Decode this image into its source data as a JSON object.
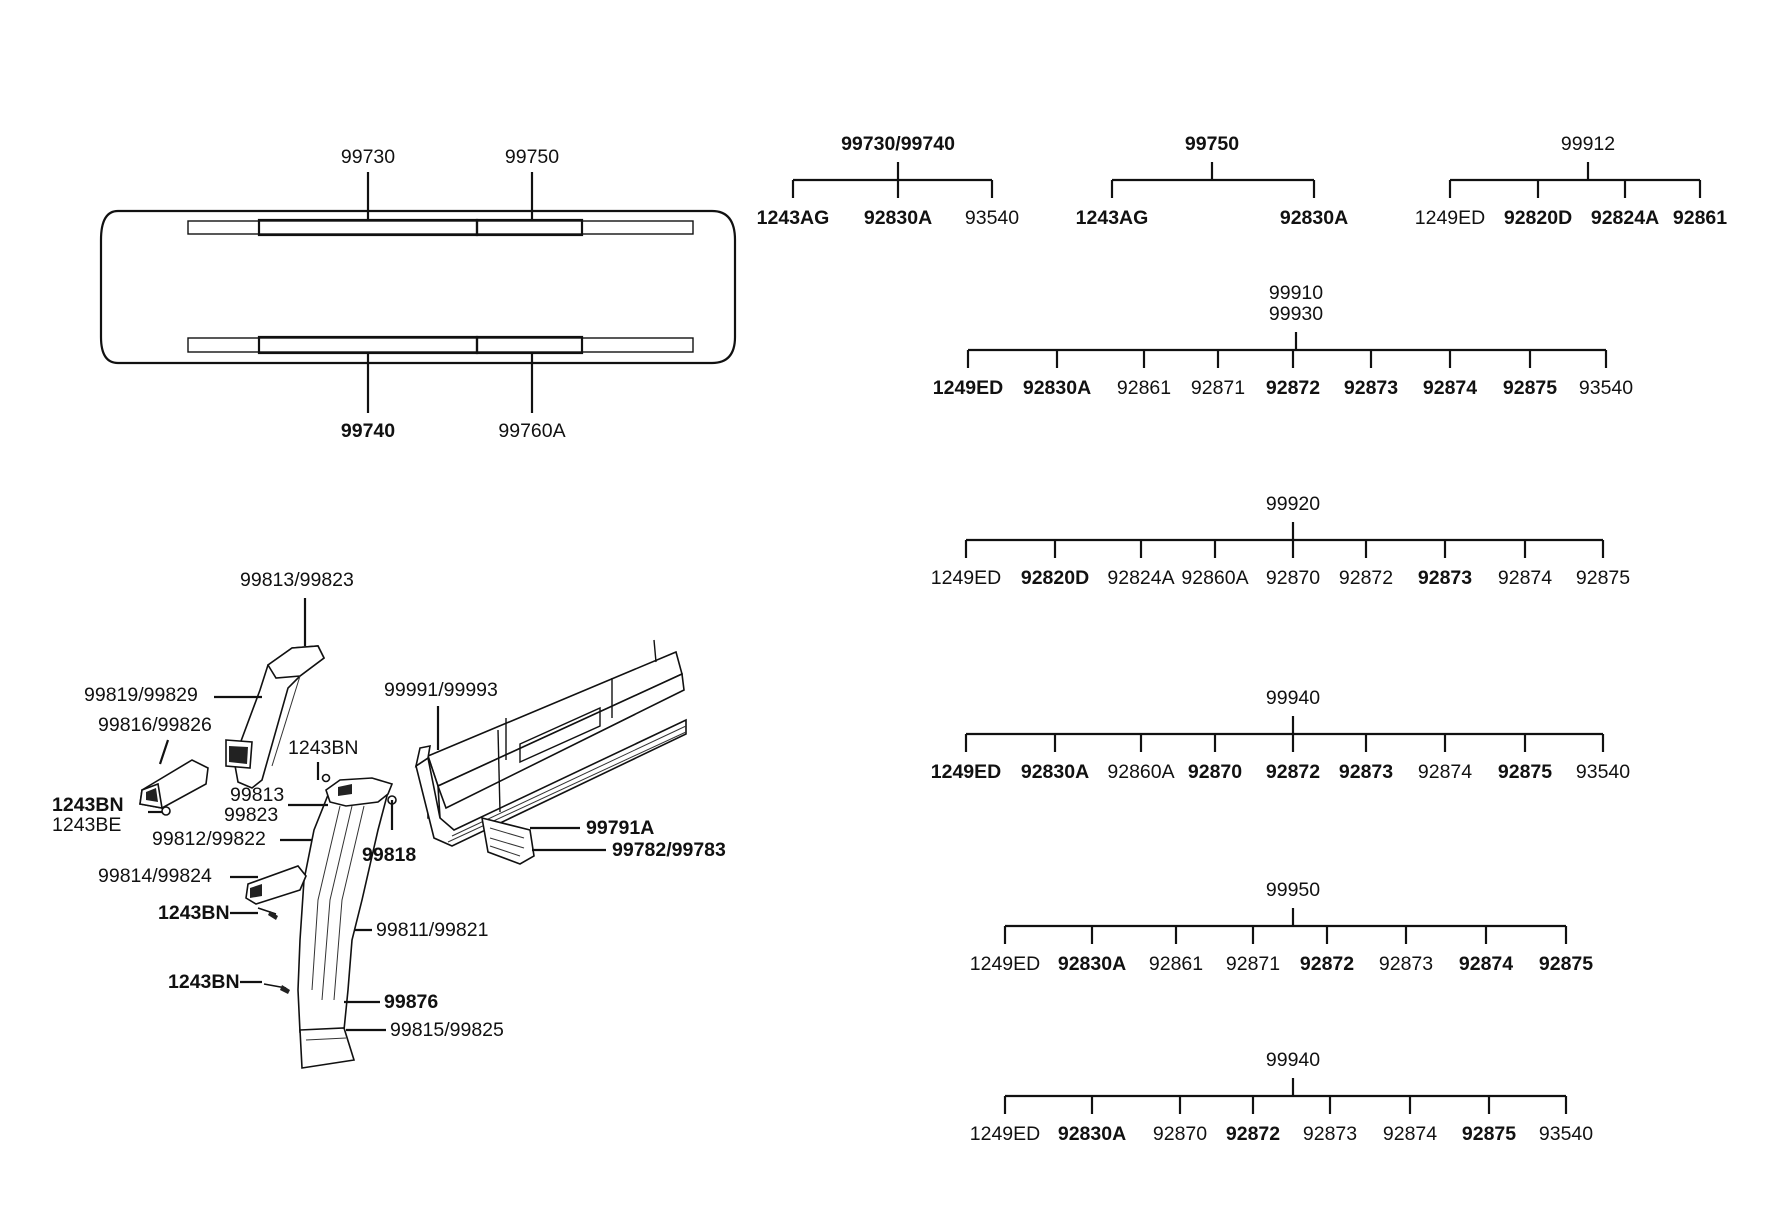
{
  "roof_view": {
    "top_labels": [
      "99730",
      "99750"
    ],
    "bottom_labels": [
      "99740",
      "99760A"
    ]
  },
  "trees": [
    {
      "root": [
        "99730/99740"
      ],
      "children": [
        "1243AG",
        "92830A",
        "93540"
      ]
    },
    {
      "root": [
        "99750"
      ],
      "children": [
        "1243AG",
        "92830A"
      ]
    },
    {
      "root": [
        "99912"
      ],
      "children": [
        "1249ED",
        "92820D",
        "92824A",
        "92861"
      ]
    },
    {
      "root": [
        "99910",
        "99930"
      ],
      "children": [
        "1249ED",
        "92830A",
        "92861",
        "92871",
        "92872",
        "92873",
        "92874",
        "92875",
        "93540"
      ]
    },
    {
      "root": [
        "99920"
      ],
      "children": [
        "1249ED",
        "92820D",
        "92824A",
        "92860A",
        "92870",
        "92872",
        "92873",
        "92874",
        "92875"
      ]
    },
    {
      "root": [
        "99940"
      ],
      "children": [
        "1249ED",
        "92830A",
        "92860A",
        "92870",
        "92872",
        "92873",
        "92874",
        "92875",
        "93540"
      ]
    },
    {
      "root": [
        "99950"
      ],
      "children": [
        "1249ED",
        "92830A",
        "92861",
        "92871",
        "92872",
        "92873",
        "92874",
        "92875"
      ]
    },
    {
      "root": [
        "99940"
      ],
      "children": [
        "1249ED",
        "92830A",
        "92870",
        "92872",
        "92873",
        "92874",
        "92875",
        "93540"
      ]
    }
  ],
  "duct_labels": {
    "l_99813_99823": "99813/99823",
    "l_99819_99829": "99819/99829",
    "l_99816_99826": "99816/99826",
    "l_1243bn_a": "1243BN",
    "l_1243be": "1243BE",
    "l_1243bn_b": "1243BN",
    "l_99813": "99813",
    "l_99823": "99823",
    "l_99812_99822": "99812/99822",
    "l_99818": "99818",
    "l_99814_99824": "99814/99824",
    "l_1243bn_c": "1243BN",
    "l_99811_99821": "99811/99821",
    "l_1243bn_d": "1243BN",
    "l_99876": "99876",
    "l_99815_99825": "99815/99825",
    "l_99991_99993": "99991/99993",
    "l_99791a": "99791A",
    "l_99782_99783": "99782/99783"
  }
}
